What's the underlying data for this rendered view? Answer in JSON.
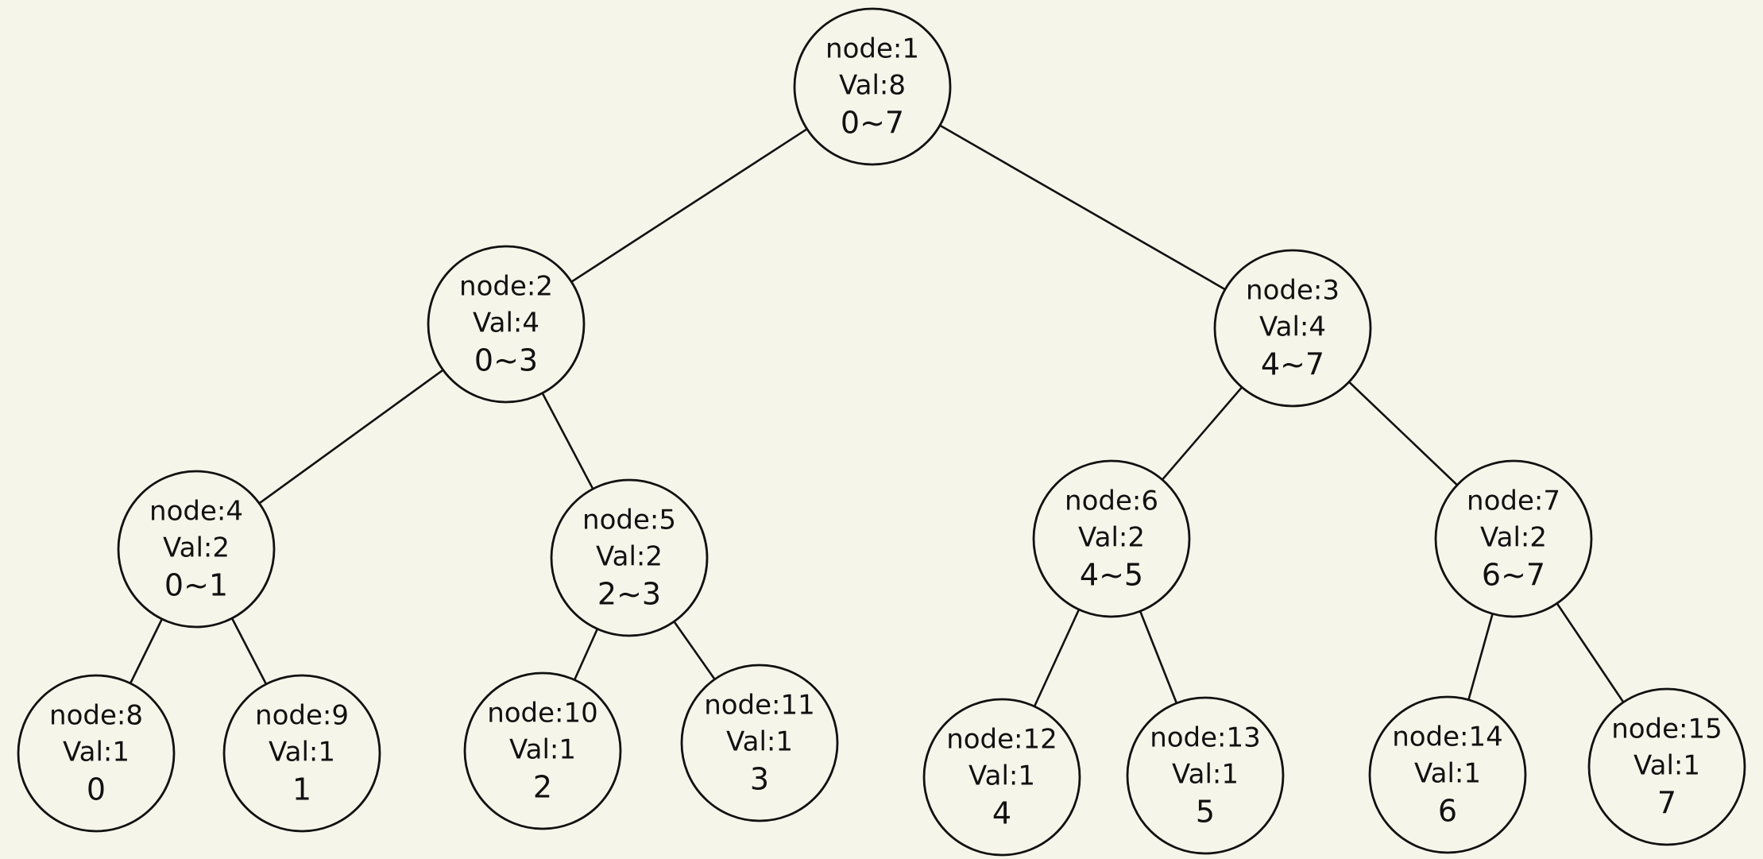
{
  "tree": {
    "nodes": [
      {
        "id": 1,
        "name_label": "node:1",
        "val_label": "Val:8",
        "range_label": "0~7"
      },
      {
        "id": 2,
        "name_label": "node:2",
        "val_label": "Val:4",
        "range_label": "0~3"
      },
      {
        "id": 3,
        "name_label": "node:3",
        "val_label": "Val:4",
        "range_label": "4~7"
      },
      {
        "id": 4,
        "name_label": "node:4",
        "val_label": "Val:2",
        "range_label": "0~1"
      },
      {
        "id": 5,
        "name_label": "node:5",
        "val_label": "Val:2",
        "range_label": "2~3"
      },
      {
        "id": 6,
        "name_label": "node:6",
        "val_label": "Val:2",
        "range_label": "4~5"
      },
      {
        "id": 7,
        "name_label": "node:7",
        "val_label": "Val:2",
        "range_label": "6~7"
      },
      {
        "id": 8,
        "name_label": "node:8",
        "val_label": "Val:1",
        "range_label": "0"
      },
      {
        "id": 9,
        "name_label": "node:9",
        "val_label": "Val:1",
        "range_label": "1"
      },
      {
        "id": 10,
        "name_label": "node:10",
        "val_label": "Val:1",
        "range_label": "2"
      },
      {
        "id": 11,
        "name_label": "node:11",
        "val_label": "Val:1",
        "range_label": "3"
      },
      {
        "id": 12,
        "name_label": "node:12",
        "val_label": "Val:1",
        "range_label": "4"
      },
      {
        "id": 13,
        "name_label": "node:13",
        "val_label": "Val:1",
        "range_label": "5"
      },
      {
        "id": 14,
        "name_label": "node:14",
        "val_label": "Val:1",
        "range_label": "6"
      },
      {
        "id": 15,
        "name_label": "node:15",
        "val_label": "Val:1",
        "range_label": "7"
      }
    ],
    "edges": [
      {
        "from": 1,
        "to": 2
      },
      {
        "from": 1,
        "to": 3
      },
      {
        "from": 2,
        "to": 4
      },
      {
        "from": 2,
        "to": 5
      },
      {
        "from": 3,
        "to": 6
      },
      {
        "from": 3,
        "to": 7
      },
      {
        "from": 4,
        "to": 8
      },
      {
        "from": 4,
        "to": 9
      },
      {
        "from": 5,
        "to": 10
      },
      {
        "from": 5,
        "to": 11
      },
      {
        "from": 6,
        "to": 12
      },
      {
        "from": 6,
        "to": 13
      },
      {
        "from": 7,
        "to": 14
      },
      {
        "from": 7,
        "to": 15
      }
    ]
  }
}
